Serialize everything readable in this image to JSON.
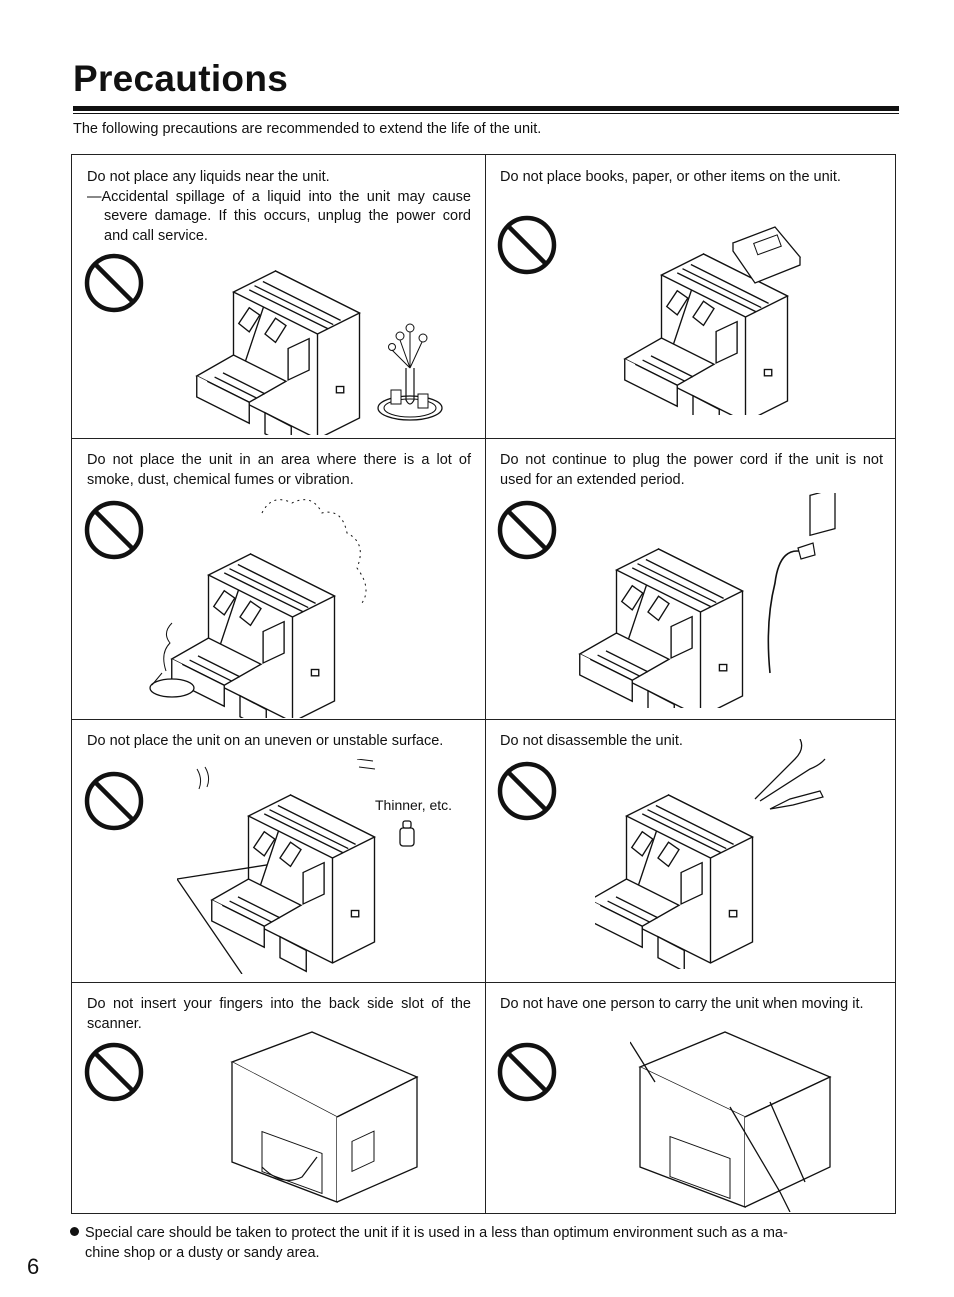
{
  "page": {
    "title": "Precautions",
    "intro": "The following precautions are recommended to extend the life of the unit.",
    "page_number": "6"
  },
  "cells": [
    {
      "text": "Do not place any liquids near the unit.",
      "sub": "—Accidental spillage of a liquid into the unit may cause severe damage. If this occurs, unplug the power cord and call service.",
      "icon": "prohibited-icon"
    },
    {
      "text": "Do not place books, paper, or other items on the unit.",
      "icon": "prohibited-icon"
    },
    {
      "text": "Do not place the unit in an area where there is a lot of smoke, dust, chemical fumes or vibration.",
      "label": "Thinner, etc.",
      "icon": "prohibited-icon"
    },
    {
      "text": "Do not continue to plug the power cord if the unit is not used for an extended period.",
      "icon": "prohibited-icon"
    },
    {
      "text": "Do not place the unit on an uneven or unstable surface.",
      "icon": "prohibited-icon"
    },
    {
      "text": "Do not disassemble the unit.",
      "icon": "prohibited-icon"
    },
    {
      "text": "Do not insert your fingers into the back side slot of the scanner.",
      "icon": "prohibited-icon"
    },
    {
      "text": "Do not have one person to carry the unit when moving it.",
      "icon": "prohibited-icon"
    }
  ],
  "note": {
    "line1": "Special care should be taken to protect the unit if it is used in a less than optimum environment such as a ma-",
    "line2": "chine shop or a dusty or sandy area."
  }
}
